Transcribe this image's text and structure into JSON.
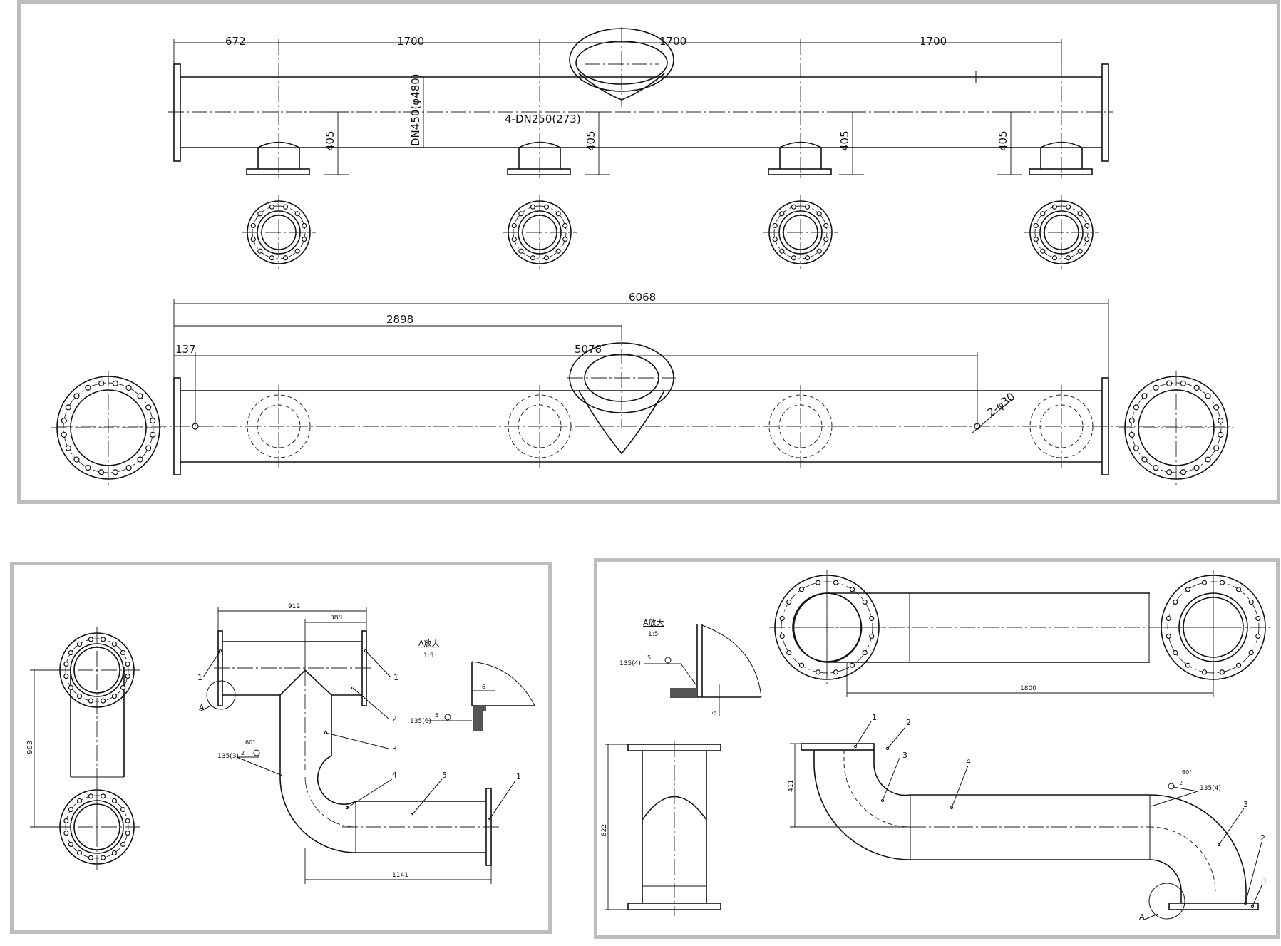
{
  "top_drawing": {
    "dims": {
      "d672": "672",
      "d1700a": "1700",
      "d1700b": "1700",
      "d1700c": "1700",
      "dn450": "DN450(φ480)",
      "branch": "4-DN250(273)",
      "h405a": "405",
      "h405b": "405",
      "h405c": "405",
      "h405d": "405",
      "d6068": "6068",
      "d2898": "2898",
      "d137": "137",
      "d5078": "5078",
      "holes": "2-φ30"
    }
  },
  "left_drawing": {
    "dims": {
      "d963": "963",
      "d912": "912",
      "d388": "388",
      "d1141": "1141"
    },
    "detail_title": "A放大",
    "detail_scale": "1:5",
    "detail_dim": "6",
    "weld_a": "135(6)",
    "weld_a_size": "5",
    "weld_b": "135(3)",
    "weld_b_size": "2",
    "weld_b_angle": "60°",
    "callouts": {
      "c1a": "1",
      "c1b": "1",
      "c1c": "1",
      "c2": "2",
      "c3": "3",
      "c4": "4",
      "c5": "5",
      "ca": "A"
    }
  },
  "right_drawing": {
    "detail_title": "A放大",
    "detail_scale": "1:5",
    "detail_dim": "6",
    "weld_a": "135(4)",
    "weld_a_size": "5",
    "weld_b": "135(4)",
    "weld_b_size": "2",
    "weld_b_angle": "60°",
    "dims": {
      "d1800": "1800",
      "d822": "822",
      "d411": "411"
    },
    "callouts": {
      "c1a": "1",
      "c2a": "2",
      "c3a": "3",
      "c4": "4",
      "c3b": "3",
      "c2b": "2",
      "c1b": "1",
      "ca": "A"
    }
  }
}
